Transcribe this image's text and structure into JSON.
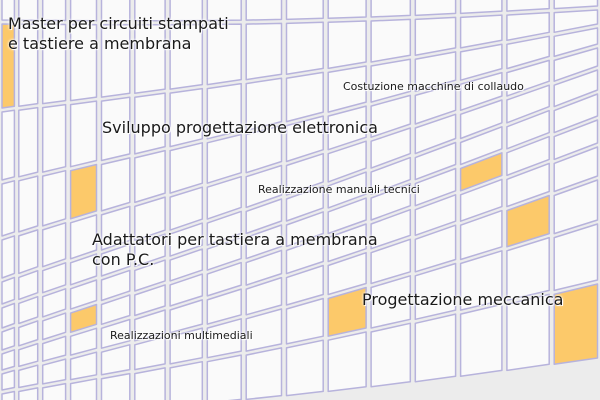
{
  "colors": {
    "background": "#ececec",
    "tile_fill": "#fafafa",
    "tile_border": "#b7b3dc",
    "tile_accent": "#fcc96a",
    "text": "#1a1a1a"
  },
  "labels": {
    "master_line1": "Master per circuiti stampati",
    "master_line2": "e tastiere a membrana",
    "costuzione": "Costuzione macchine di collaudo",
    "sviluppo": "Sviluppo progettazione elettronica",
    "manuali": "Realizzazione manuali tecnici",
    "adattatori_line1": "Adattatori per tastiera a membrana",
    "adattatori_line2": "con P.C.",
    "meccanica": "Progettazione meccanica",
    "multimediali": "Realizzazioni multimediali"
  }
}
